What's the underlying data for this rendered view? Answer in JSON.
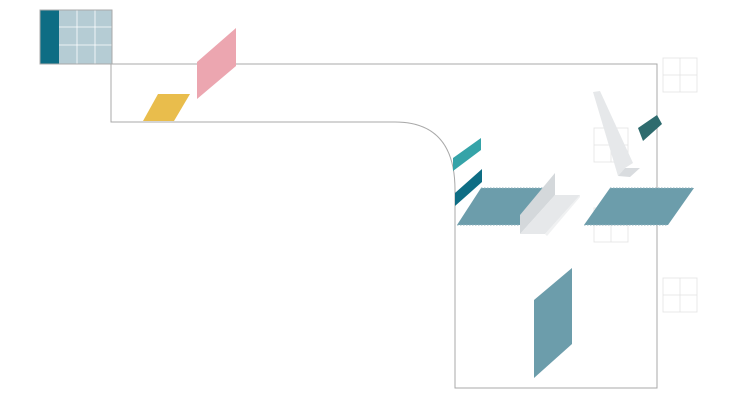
{
  "scene": {
    "background": "#ffffff",
    "floor_outline_color": "#a9a9a9",
    "palette": {
      "dark_teal": "#0e6d84",
      "light_teal": "#b5ccd4",
      "mid_teal": "#6c9dab",
      "bright_teal": "#35a3a8",
      "deep_teal": "#2e6b6e",
      "pink": "#eca6b0",
      "yellow": "#e9bd4c",
      "light_grey": "#e6e8ea",
      "ghost_grid": "#e3e3e3"
    },
    "shapes": [
      {
        "id": "entry-grid",
        "kind": "grid-panel",
        "color": "light_teal",
        "accent": "dark_teal"
      },
      {
        "id": "pink-panel",
        "kind": "slanted-panel",
        "color": "pink"
      },
      {
        "id": "yellow-panel",
        "kind": "flat-panel",
        "color": "yellow"
      },
      {
        "id": "teal-stripe-top",
        "kind": "stripe",
        "color": "bright_teal"
      },
      {
        "id": "teal-stripe-bottom",
        "kind": "stripe",
        "color": "dark_teal"
      },
      {
        "id": "floor-panel-left",
        "kind": "flat-panel",
        "color": "mid_teal"
      },
      {
        "id": "grey-block",
        "kind": "extrusion",
        "color": "light_grey"
      },
      {
        "id": "floor-panel-right",
        "kind": "flat-panel",
        "color": "mid_teal"
      },
      {
        "id": "grey-arrow-panel",
        "kind": "slanted-panel",
        "color": "light_grey"
      },
      {
        "id": "small-teal-panel",
        "kind": "small-panel",
        "color": "deep_teal"
      },
      {
        "id": "tall-teal-panel",
        "kind": "slanted-panel",
        "color": "mid_teal"
      },
      {
        "id": "ghost-grid-top-right",
        "kind": "ghost-grid",
        "color": "ghost_grid"
      },
      {
        "id": "ghost-grid-mid-right",
        "kind": "ghost-grid",
        "color": "ghost_grid"
      },
      {
        "id": "ghost-grid-lower-right",
        "kind": "ghost-grid",
        "color": "ghost_grid"
      }
    ]
  }
}
